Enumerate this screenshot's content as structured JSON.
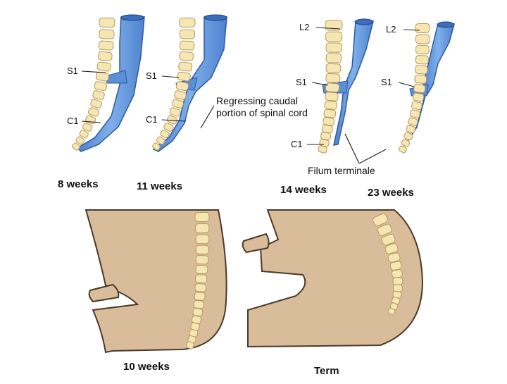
{
  "panels": {
    "p8": {
      "caption": "8 weeks"
    },
    "p11": {
      "caption": "11 weeks",
      "note": "Regressing caudal portion of spinal cord"
    },
    "p14": {
      "caption": "14 weeks"
    },
    "p23": {
      "caption": "23 weeks"
    },
    "p10": {
      "caption": "10 weeks"
    },
    "pterm": {
      "caption": "Term"
    }
  },
  "labels": {
    "s1": "S1",
    "c1": "C1",
    "l2": "L2",
    "filum": "Filum terminale"
  },
  "colors": {
    "vertebra": "#f6e6b4",
    "vertebra_stroke": "#b59a5a",
    "cord": "#5b8fd6",
    "cord_stroke": "#2e5a9e",
    "body": "#d9bc9a",
    "body_stroke": "#4a3a2a"
  }
}
